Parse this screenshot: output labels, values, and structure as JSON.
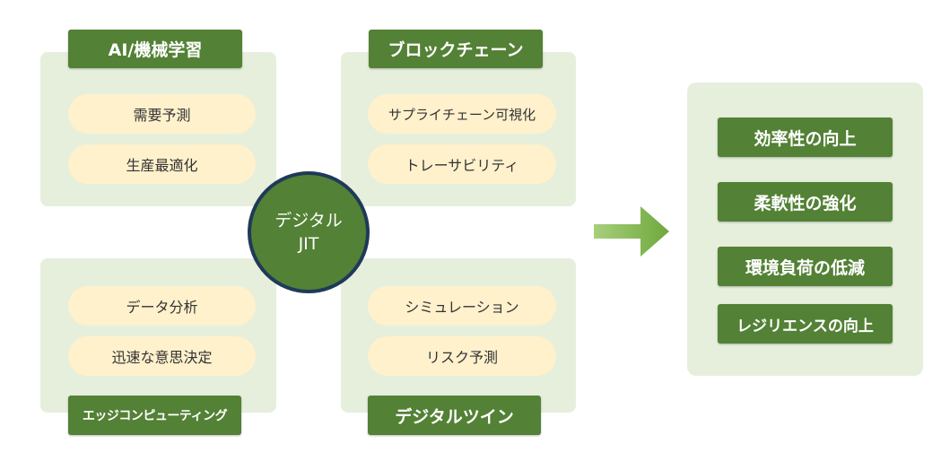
{
  "quadrants": {
    "ai": {
      "title": "AI/機械学習",
      "items": [
        "需要予測",
        "生産最適化"
      ]
    },
    "blockchain": {
      "title": "ブロックチェーン",
      "items": [
        "サプライチェーン可視化",
        "トレーサビリティ"
      ]
    },
    "edge": {
      "title": "エッジコンピューティング",
      "items": [
        "データ分析",
        "迅速な意思決定"
      ]
    },
    "twin": {
      "title": "デジタルツイン",
      "items": [
        "シミュレーション",
        "リスク予測"
      ]
    }
  },
  "center": {
    "line1": "デジタル",
    "line2": "JIT"
  },
  "outcomes": [
    "効率性の向上",
    "柔軟性の強化",
    "環境負荷の低減",
    "レジリエンスの向上"
  ],
  "colors": {
    "tag_green": "#538135",
    "panel_green": "#e6efdc",
    "pill_cream": "#fff1cc",
    "arrow_green": "#7fb24a",
    "circle_border": "#1f3a58"
  }
}
